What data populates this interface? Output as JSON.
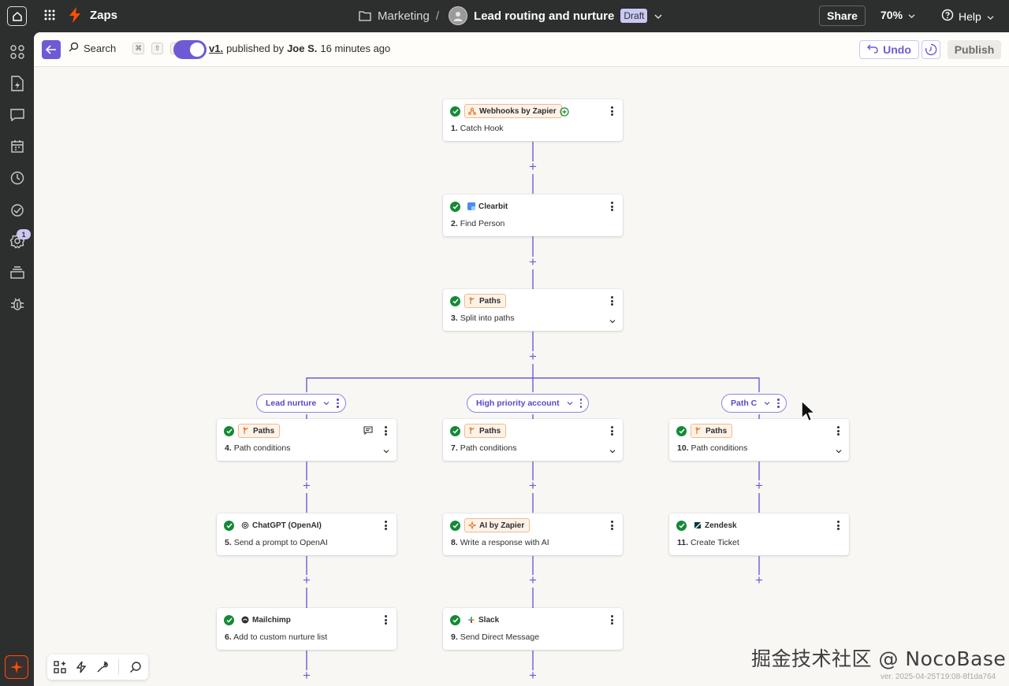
{
  "topbar": {
    "app_name": "Zaps",
    "folder": "Marketing",
    "separator": "/",
    "zap_title": "Lead routing and nurture",
    "status_badge": "Draft",
    "share_label": "Share",
    "zoom": "70%",
    "help_label": "Help"
  },
  "sidebar": {
    "notification_count": "1"
  },
  "toolbar": {
    "search_label": "Search",
    "shortcut_keys": [
      "⌘",
      "⇧",
      "F"
    ],
    "version_link": "v1.",
    "published_by_prefix": "published by",
    "published_by_user": "Joe S.",
    "published_ago": "16 minutes ago",
    "undo_label": "Undo",
    "publish_label": "Publish"
  },
  "steps": [
    {
      "app": "Webhooks by Zapier",
      "num": "1.",
      "title": "Catch Hook",
      "app_tag": true
    },
    {
      "app": "Clearbit",
      "num": "2.",
      "title": "Find Person",
      "app_tag": false
    },
    {
      "app": "Paths",
      "num": "3.",
      "title": "Split into paths",
      "app_tag": true
    },
    {
      "app": "Paths",
      "num": "4.",
      "title": "Path conditions",
      "app_tag": true
    },
    {
      "app": "ChatGPT (OpenAI)",
      "num": "5.",
      "title": "Send a prompt to OpenAI",
      "app_tag": false
    },
    {
      "app": "Mailchimp",
      "num": "6.",
      "title": "Add to custom nurture list",
      "app_tag": false
    },
    {
      "app": "Paths",
      "num": "7.",
      "title": "Path conditions",
      "app_tag": true
    },
    {
      "app": "AI by Zapier",
      "num": "8.",
      "title": "Write a response with AI",
      "app_tag": true
    },
    {
      "app": "Slack",
      "num": "9.",
      "title": "Send Direct Message",
      "app_tag": false
    },
    {
      "app": "Paths",
      "num": "10.",
      "title": "Path conditions",
      "app_tag": true
    },
    {
      "app": "Zendesk",
      "num": "11.",
      "title": "Create Ticket",
      "app_tag": false
    }
  ],
  "paths": [
    {
      "label": "Lead nurture"
    },
    {
      "label": "High priority account"
    },
    {
      "label": "Path C"
    }
  ],
  "colors": {
    "accent": "#6f5ad6",
    "success": "#138a36",
    "zapier_orange": "#ff4f00"
  },
  "footer": {
    "watermark": "掘金技术社区 @ NocoBase",
    "version": "ver. 2025-04-25T19:08-8f1da764"
  }
}
